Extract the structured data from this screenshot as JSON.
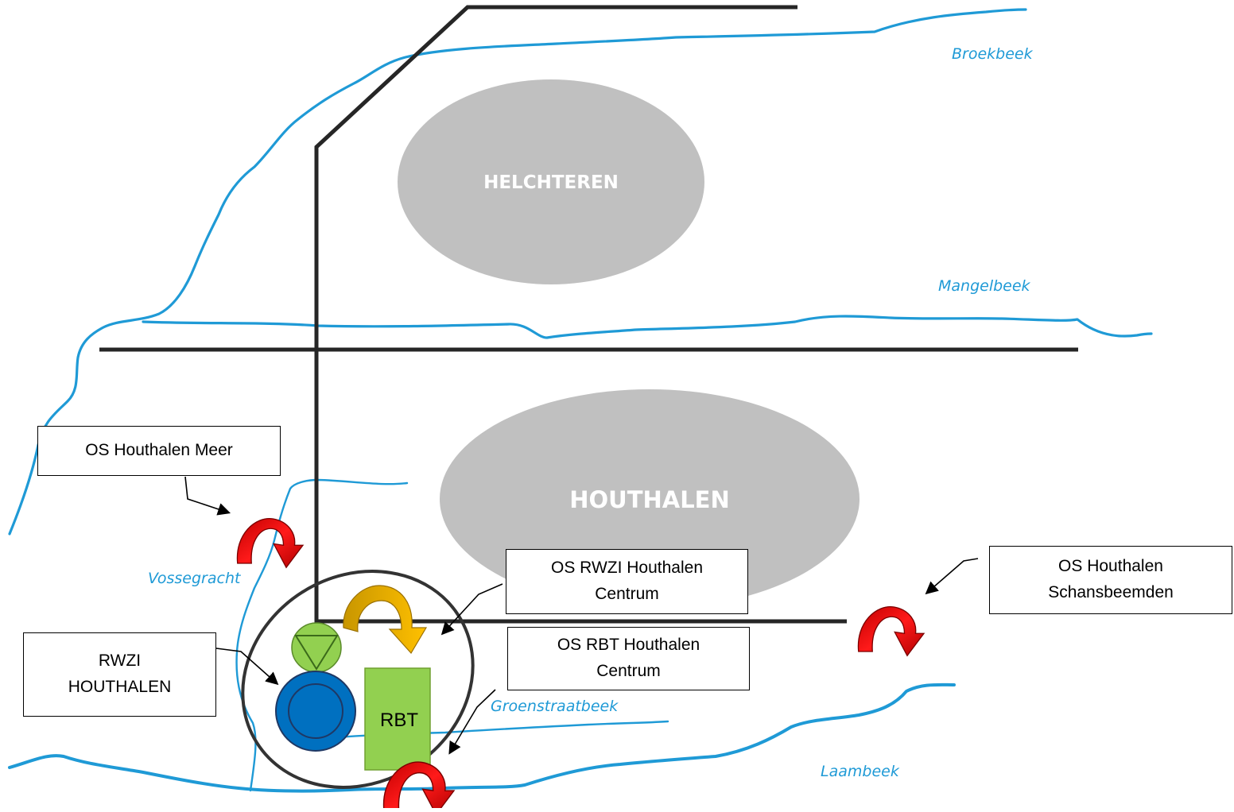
{
  "cities": {
    "helchteren": "HELCHTEREN",
    "houthalen": "HOUTHALEN"
  },
  "rivers": {
    "broekbeek": "Broekbeek",
    "mangelbeek": "Mangelbeek",
    "vossegracht": "Vossegracht",
    "groenstraatbeek": "Groenstraatbeek",
    "laambeek": "Laambeek"
  },
  "boxes": {
    "os_houthalen_meer": "OS Houthalen Meer",
    "rwzi_houthalen": "RWZI\nHOUTHALEN",
    "os_rwzi_houthalen_centrum": "OS RWZI Houthalen\nCentrum",
    "os_rbt_houthalen_centrum": "OS RBT Houthalen\nCentrum",
    "os_houthalen_schansbeemden": "OS Houthalen\nSchansbeemden"
  },
  "rbt_label": "RBT",
  "colors": {
    "river": "#1f9ad6",
    "city": "#c0c0c0",
    "sewer": "#262626",
    "red_arrow": "#e00000",
    "yellow_arrow": "#f2b400",
    "green": "#92d050",
    "blue": "#0070c0"
  },
  "icons": {
    "overflow": "curved-arrow",
    "pump": "pump-triangle-circle",
    "treatment": "clarifier-circle"
  }
}
